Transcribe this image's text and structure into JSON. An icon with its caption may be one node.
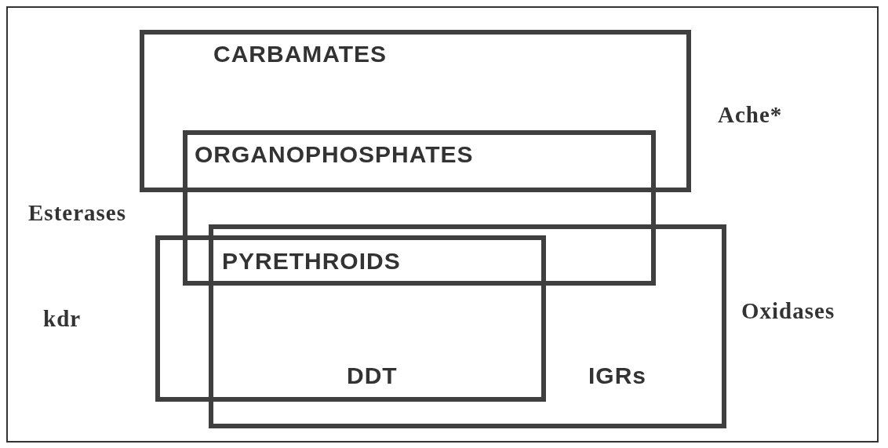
{
  "diagram": {
    "nodes": [
      {
        "text": [
          "Ache*"
        ]
      },
      {
        "text": [
          "Esterases"
        ]
      },
      {
        "text": [
          "kdr"
        ]
      },
      {
        "text": [
          "Oxidases"
        ]
      }
    ],
    "labels": [
      "CARBAMATES",
      "ORGANOPHOSPHATES",
      "PYRETHROIDS",
      "DDT",
      "IGRs"
    ]
  }
}
